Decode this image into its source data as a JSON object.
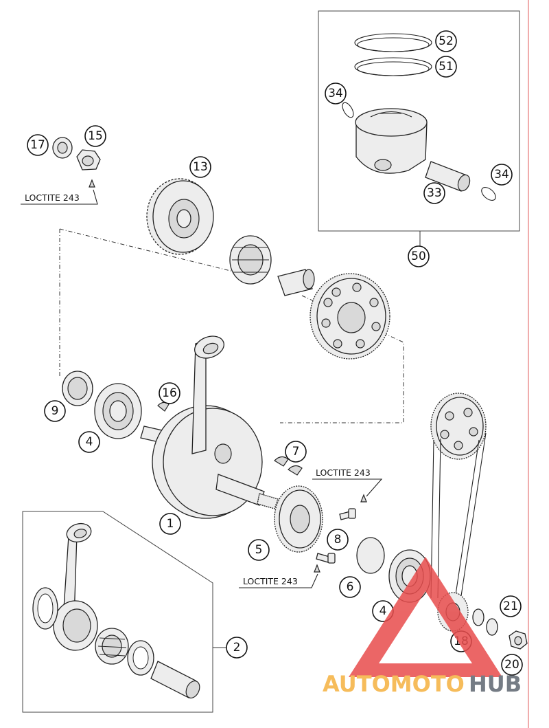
{
  "callouts": {
    "c52": "52",
    "c51": "51",
    "c34a": "34",
    "c34b": "34",
    "c33": "33",
    "c50": "50",
    "c17": "17",
    "c15": "15",
    "c13": "13",
    "c9": "9",
    "c16": "16",
    "c4a": "4",
    "c7": "7",
    "c1": "1",
    "c8": "8",
    "c5": "5",
    "c6": "6",
    "c4b": "4",
    "c21": "21",
    "c18": "18",
    "c20": "20",
    "c2": "2"
  },
  "loctite": {
    "l1": "LOCTITE 243",
    "l2": "LOCTITE 243",
    "l3": "LOCTITE 243"
  },
  "watermark": {
    "text_a": "AUTOMOTO",
    "text_b": "HUB",
    "color_a": "#f5b13f",
    "color_b": "#5d6670",
    "triangle_color": "#e84c4c"
  }
}
